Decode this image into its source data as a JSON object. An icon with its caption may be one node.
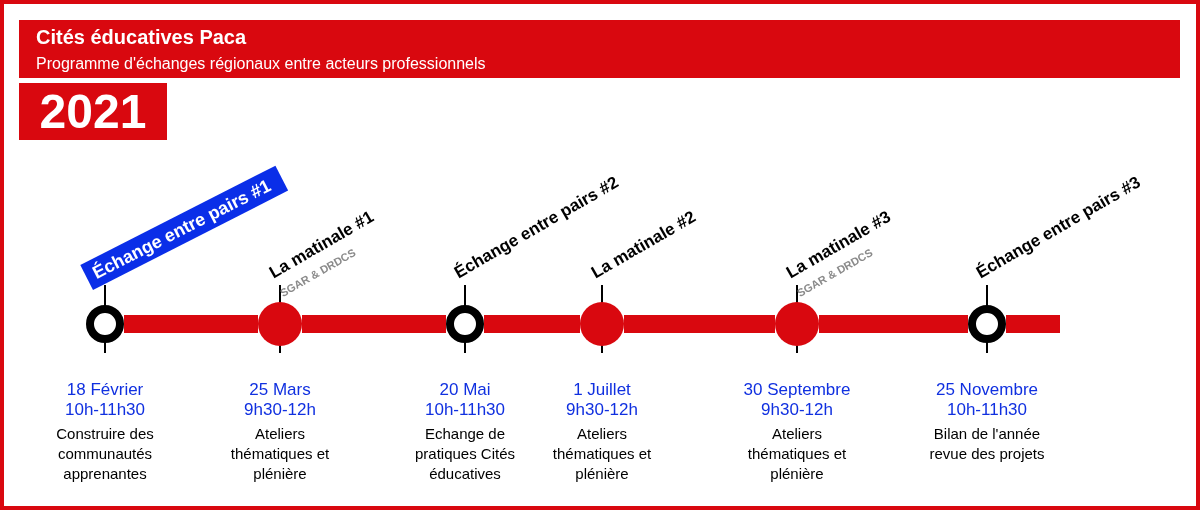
{
  "diagram": {
    "title": "Cités éducatives Paca",
    "nodes": [
      {
        "text": [],
        "shape": "circle",
        "beside": [
          "Échange entre pairs #1",
          "18 Février 10h-11h30",
          "Construire des communautés apprenantes"
        ]
      },
      {
        "text": [],
        "shape": "circle",
        "beside": [
          "La matinale #1",
          "SGAR & DRDCS",
          "25 Mars 9h30-12h",
          "Ateliers thématiques et plénière"
        ]
      },
      {
        "text": [],
        "shape": "circle",
        "beside": [
          "Échange entre pairs #2",
          "20 Mai 10h-11h30",
          "Echange de pratiques Cités éducatives"
        ]
      },
      {
        "text": [],
        "shape": "circle",
        "beside": [
          "La matinale #2",
          "1 Juillet 9h30-12h",
          "Ateliers thématiques et plénière"
        ]
      },
      {
        "text": [],
        "shape": "circle",
        "beside": [
          "La matinale #3",
          "SGAR & DRDCS",
          "30 Septembre 9h30-12h",
          "Ateliers thématiques et plénière"
        ]
      },
      {
        "text": [],
        "shape": "circle",
        "beside": [
          "Échange entre pairs #3",
          "25 Novembre 10h-11h30",
          "Bilan de l'année revue des projets"
        ]
      }
    ],
    "edges": [
      {
        "from": 0,
        "to": 1,
        "arrow": "none"
      },
      {
        "from": 1,
        "to": 2,
        "arrow": "none"
      },
      {
        "from": 2,
        "to": 3,
        "arrow": "none"
      },
      {
        "from": 3,
        "to": 4,
        "arrow": "none"
      },
      {
        "from": 4,
        "to": 5,
        "arrow": "none"
      },
      {
        "from": 5,
        "to": null,
        "arrow": "none"
      }
    ],
    "labels": [
      "Programme d'échanges régionaux entre acteurs professionnels",
      "2021"
    ]
  }
}
